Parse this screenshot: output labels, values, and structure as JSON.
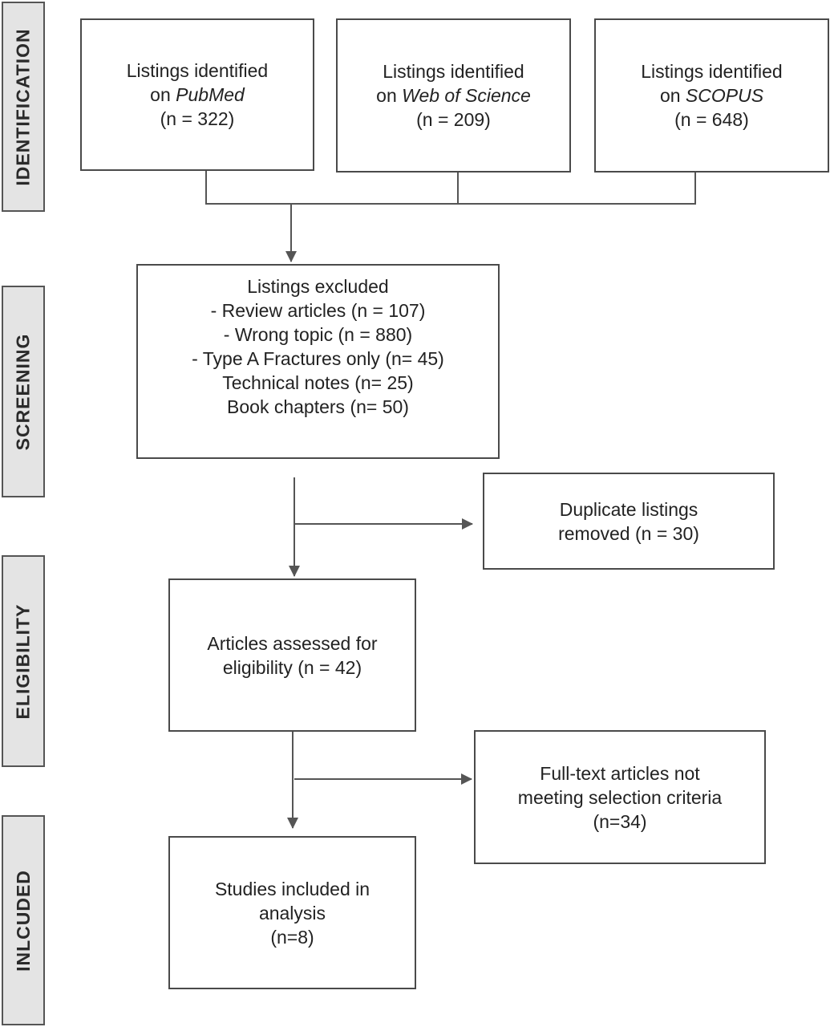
{
  "stages": {
    "identification": "IDENTIFICATION",
    "screening": "SCREENING",
    "eligibility": "ELIGIBILITY",
    "included": "INLCUDED"
  },
  "boxes": {
    "pubmed": {
      "line1": "Listings identified",
      "prefix": "on ",
      "source": "PubMed",
      "count": "(n = 322)"
    },
    "wos": {
      "line1": "Listings identified",
      "prefix": "on ",
      "source": "Web of Science",
      "count": "(n = 209)"
    },
    "scopus": {
      "line1": "Listings identified",
      "prefix": "on ",
      "source": "SCOPUS",
      "count": "(n = 648)"
    },
    "excluded": {
      "title": "Listings excluded",
      "items": [
        "- Review articles (n = 107)",
        "- Wrong topic (n = 880)",
        "- Type A Fractures only (n= 45)",
        "Technical notes (n= 25)",
        "Book chapters (n= 50)"
      ]
    },
    "duplicates": {
      "line1": "Duplicate listings",
      "line2": "removed (n = 30)"
    },
    "eligibility": {
      "line1": "Articles assessed for",
      "line2": "eligibility (n = 42)"
    },
    "not_meeting": {
      "line1": "Full-text articles not",
      "line2": "meeting selection criteria",
      "line3": "(n=34)"
    },
    "included": {
      "line1": "Studies included in",
      "line2": "analysis",
      "line3": "(n=8)"
    }
  },
  "colors": {
    "line": "#555555",
    "stage_fill": "#e4e4e4",
    "border": "#4a4a4a"
  }
}
